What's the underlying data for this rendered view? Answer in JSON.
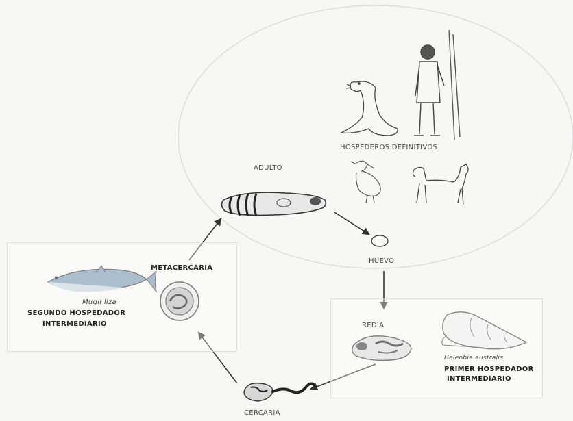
{
  "labels": {
    "definitive_hosts": "HOSPEDEROS DEFINITIVOS",
    "adult": "ADULTO",
    "egg": "HUEVO",
    "redia": "REDIA",
    "snail_species": "Heleobia australis",
    "first_host_line1": "PRIMER HOSPEDADOR",
    "first_host_line2": "INTERMEDIARIO",
    "cercaria": "CERCARIA",
    "metacercaria": "METACERCARIA",
    "fish_species": "Mugil liza",
    "second_host_line1": "SEGUNDO HOSPEDADOR",
    "second_host_line2": "INTERMEDIARIO"
  },
  "icons": [
    "sea-lion-icon",
    "fisherman-icon",
    "pelican-icon",
    "dog-icon",
    "adult-fluke-icon",
    "egg-icon",
    "redia-icon",
    "snail-icon",
    "cercaria-icon",
    "metacercaria-icon",
    "mullet-fish-icon"
  ],
  "colors": {
    "line": "#333333",
    "fish": "#6f8fa8",
    "box_border": "#dcdcdc",
    "ellipse": "#dddddd"
  }
}
